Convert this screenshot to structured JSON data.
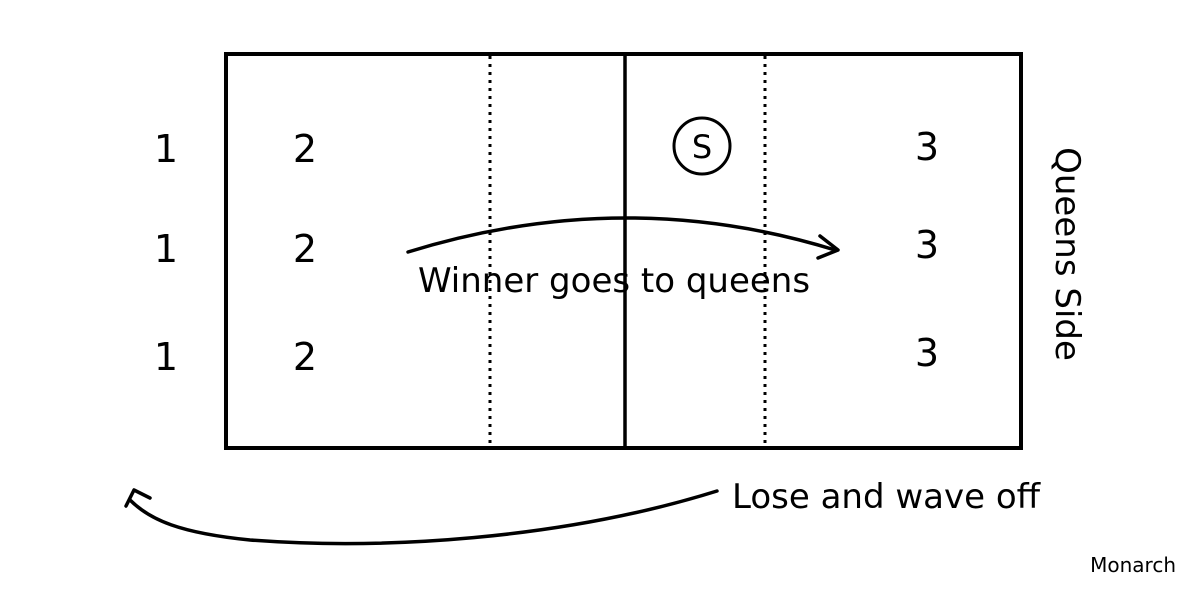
{
  "left_queue": [
    "1",
    "1",
    "1"
  ],
  "court_left_players": [
    "2",
    "2",
    "2"
  ],
  "court_right_players": [
    "3",
    "3",
    "3"
  ],
  "server_marker": "S",
  "winner_label": "Winner goes to queens",
  "loser_label": "Lose and wave off",
  "side_label": "Queens Side",
  "brand": "Monarch"
}
